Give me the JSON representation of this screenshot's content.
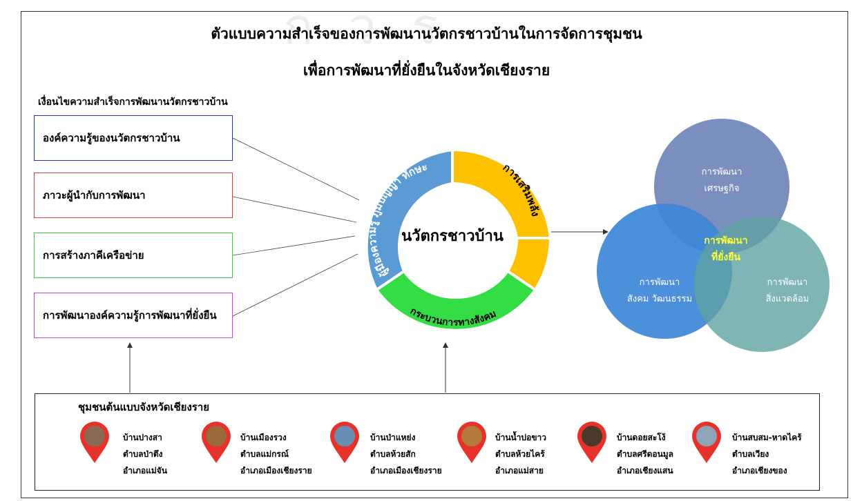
{
  "diagram": {
    "watermark": "ก ว ร",
    "title_line1": "ตัวแบบความสำเร็จของการพัฒนานวัตกรชาวบ้านในการจัดการชุมชน",
    "title_line2": "เพื่อการพัฒนาที่ยั่งยืนในจังหวัดเชียงราย",
    "conditions_heading": "เงื่อนไขความสำเร็จการพัฒนานวัตกรชาวบ้าน",
    "conditions": [
      {
        "label": "องค์ความรู้ของนวัตกรชาวบ้าน",
        "color": "#1f2fbf"
      },
      {
        "label": "ภาวะผู้นำกับการพัฒนา",
        "color": "#d93a3a"
      },
      {
        "label": "การสร้างภาคีเครือข่าย",
        "color": "#3ccf3c"
      },
      {
        "label": "การพัฒนาองค์ความรู้การพัฒนาที่ยั่งยืน",
        "color": "#d13fd1"
      }
    ],
    "ring": {
      "center_label": "นวัตกรชาวบ้าน",
      "segments": [
        {
          "label": "ผู้มีองความรู้ ภูมิปัญญา ทักษะ",
          "color": "#5b9bd5"
        },
        {
          "label": "การเสริมพลัง",
          "color": "#ffc000"
        },
        {
          "label": "กระบวนการทางสังคม",
          "color": "#33dd44"
        }
      ]
    },
    "venn": {
      "top": {
        "line1": "การพัฒนา",
        "line2": "เศรษฐกิจ",
        "color": "#7b8fbf"
      },
      "left": {
        "line1": "การพัฒนา",
        "line2": "สังคม วัฒนธรรม",
        "color": "#3d86d8"
      },
      "right": {
        "line1": "การพัฒนา",
        "line2": "สิ่งแวดล้อม",
        "color": "#5fa3a3"
      },
      "center": {
        "line1": "การพัฒนา",
        "line2": "ที่ยั่งยืน",
        "color": "#ffff33"
      }
    },
    "communities_heading": "ชุมชนต้นแบบจังหวัดเชียงราย",
    "communities": [
      {
        "village": "บ้านปางสา",
        "subdistrict": "ตำบลป่าตึง",
        "district": "อำเภอแม่จัน"
      },
      {
        "village": "บ้านเมืองรวง",
        "subdistrict": "ตำบลแม่กรณ์",
        "district": "อำเภอเมืองเชียงราย"
      },
      {
        "village": "บ้านป่าแหย่ง",
        "subdistrict": "ตำบลห้วยสัก",
        "district": "อำเภอเมืองเชียงราย"
      },
      {
        "village": "บ้านน้ำบ่อขาว",
        "subdistrict": "ตำบลห้วยไคร้",
        "district": "อำเภอแม่สาย"
      },
      {
        "village": "บ้านดอยสะโง้",
        "subdistrict": "ตำบลศรีดอนมูล",
        "district": "อำเภอเชียงแสน"
      },
      {
        "village": "บ้านสบสม-หาดไคร้",
        "subdistrict": "ตำบลเวียง",
        "district": "อำเภอเชียงของ"
      }
    ],
    "pin_color": "#e8312a"
  }
}
